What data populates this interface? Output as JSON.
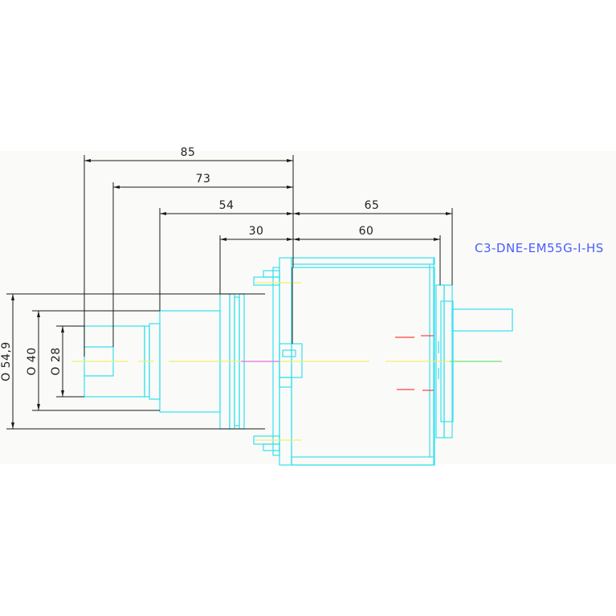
{
  "drawing": {
    "model_label": "C3-DNE-EM55G-I-HS",
    "dimensions": {
      "d85": "85",
      "d73": "73",
      "d54": "54",
      "d30": "30",
      "d65": "65",
      "d60": "60",
      "dia549": "O 54,9",
      "dia40": "O 40",
      "dia28": "O 28"
    },
    "colors": {
      "background_band": "#fafbf8",
      "body_outline": "#35e0f0",
      "dimension_line": "#1a1a1a",
      "centerline_yellow": "#f0ef70",
      "centerline_magenta": "#e070e0",
      "centerline_green": "#70e070",
      "hidden_red": "#ff4040",
      "label_blue": "#4a5cff"
    }
  }
}
